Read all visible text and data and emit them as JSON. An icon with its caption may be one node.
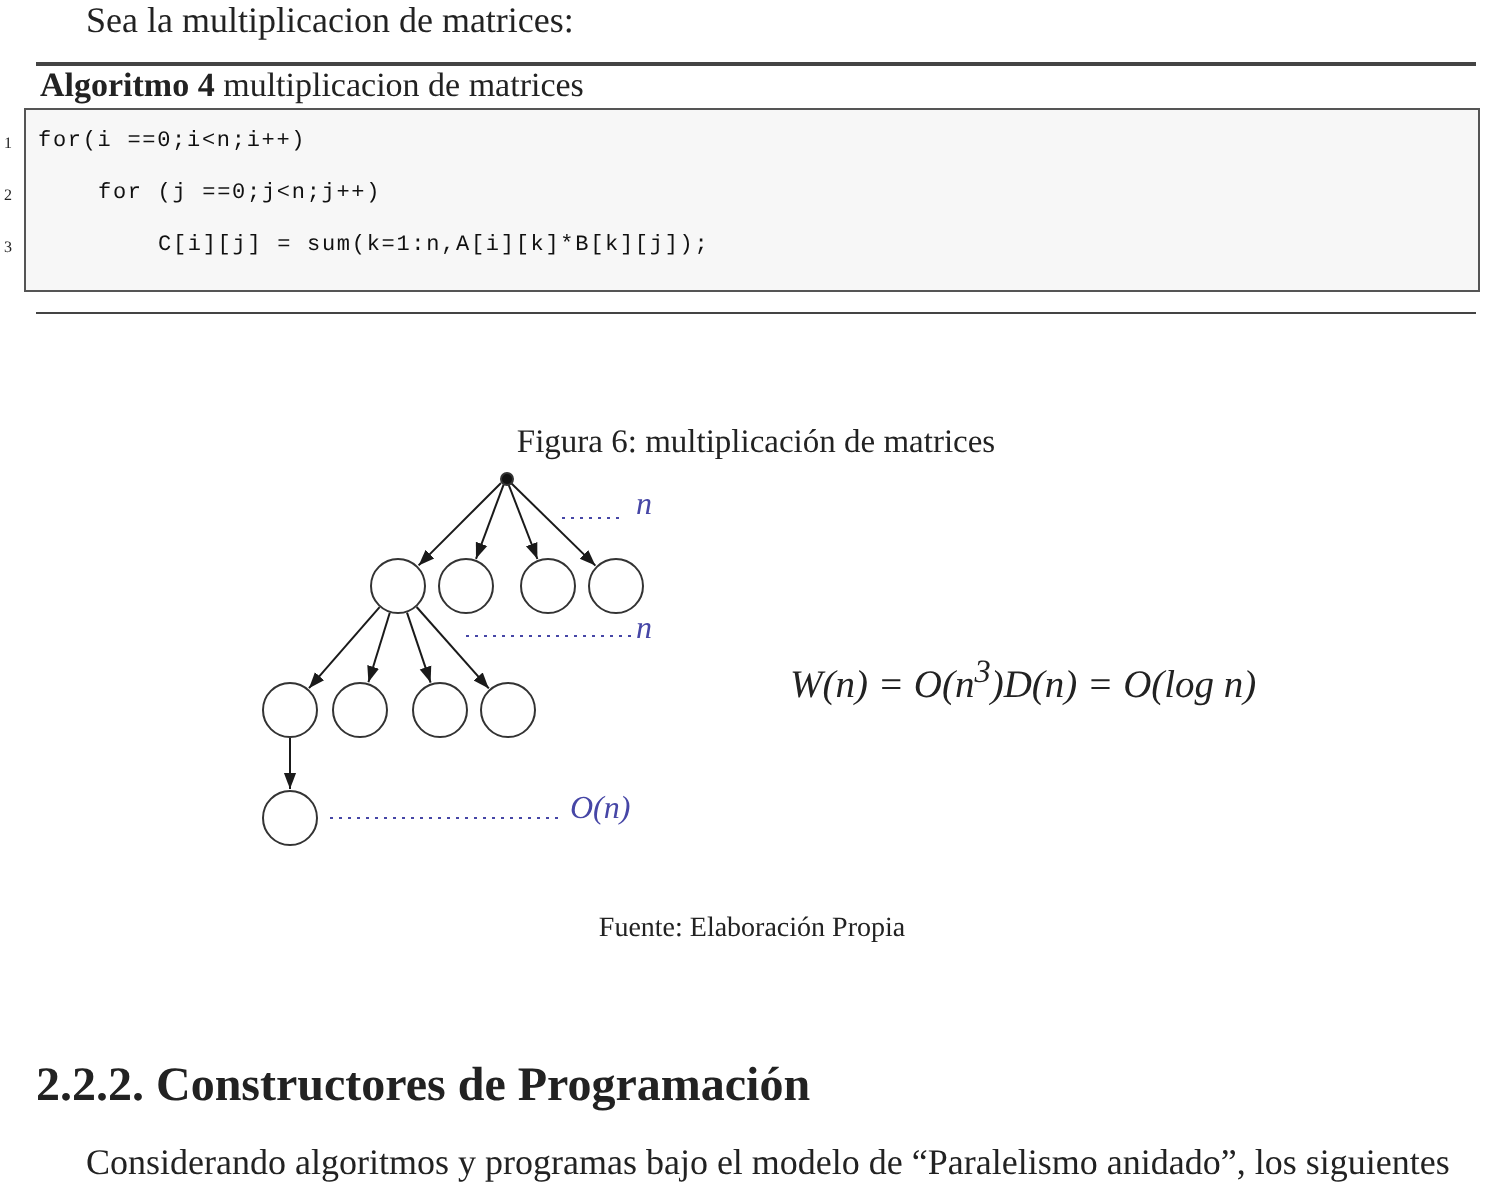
{
  "diagram": {
    "title": "Figura 6: multiplicación de matrices",
    "nodes": [
      {
        "text": [
          "for(i ==0;i<n;i++)",
          "for (j ==0;j<n;j++)",
          "C[i][j] = sum(k=1:n,A[i][k]*B[k][j]);"
        ],
        "beside": [
          "**Algoritmo 4** multiplicacion de matrices",
          "1",
          "2",
          "3"
        ]
      },
      {
        "text": [],
        "shape": "circle"
      },
      {
        "text": [],
        "shape": "circle"
      },
      {
        "text": [],
        "shape": "circle"
      },
      {
        "text": [],
        "shape": "circle"
      },
      {
        "text": [],
        "shape": "circle"
      },
      {
        "text": [],
        "shape": "circle"
      },
      {
        "text": [],
        "shape": "circle"
      },
      {
        "text": [],
        "shape": "circle"
      },
      {
        "text": [],
        "shape": "circle"
      },
      {
        "text": [],
        "shape": "circle"
      }
    ],
    "edges": [
      {
        "from": 1,
        "to": 2,
        "arrow": "to"
      },
      {
        "from": 1,
        "to": 3,
        "arrow": "to"
      },
      {
        "from": 1,
        "to": 4,
        "arrow": "to"
      },
      {
        "from": 1,
        "to": 5,
        "arrow": "to"
      },
      {
        "from": 2,
        "to": 6,
        "arrow": "to"
      },
      {
        "from": 2,
        "to": 7,
        "arrow": "to"
      },
      {
        "from": 2,
        "to": 8,
        "arrow": "to"
      },
      {
        "from": 2,
        "to": 9,
        "arrow": "to"
      },
      {
        "from": 6,
        "to": 10,
        "arrow": "to"
      }
    ],
    "labels": [
      "Sea la multiplicacion de matrices:",
      "n",
      "n",
      "W(n) = O(n$^{3}$)D(n) = O(log n)",
      "O(n)",
      "Fuente: Elaboración Propia",
      "2.2.2. Constructores de Programación",
      "Considerando algoritmos y programas bajo el modelo de “Paralelismo anidado”, los siguientes"
    ]
  }
}
